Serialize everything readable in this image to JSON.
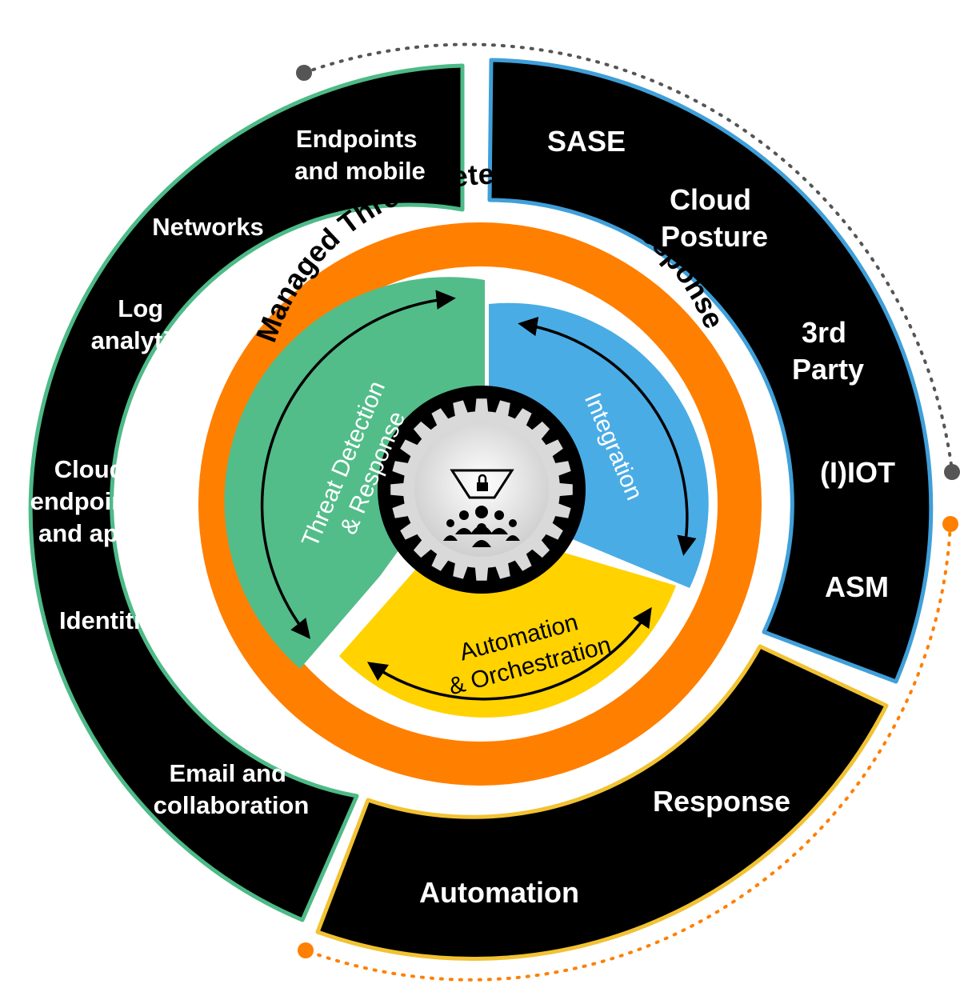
{
  "colors": {
    "background": "#ffffff",
    "segment_fill": "#000000",
    "left_border": "#4dba87",
    "right_border": "#3f9fd9",
    "bottom_border": "#f1c232",
    "ring_orange": "#ff7f00",
    "threat_green": "#52bd89",
    "integration_blue": "#4aace5",
    "automation_yellow": "#ffd200",
    "dot_gray": "#555555",
    "dot_orange": "#ff7f00"
  },
  "outer": {
    "left_items": [
      "Endpoints and mobile",
      "Networks",
      "Log analytics",
      "Cloud endpoints and apps",
      "Identities",
      "Email and collaboration"
    ],
    "right_items": [
      "SASE",
      "Cloud Posture",
      "3rd Party",
      "(I)IOT",
      "ASM"
    ],
    "bottom_items": [
      "Response",
      "Automation"
    ]
  },
  "ring": {
    "title": "Managed Threat Detection and Response"
  },
  "inner": {
    "threat": "Threat Detection & Response",
    "integration": "Integration",
    "automation": "Automation & Orchestration"
  },
  "icons": {
    "center": "gear-people-lock-icon",
    "cycle_arrows": "double-arrow-icon"
  }
}
